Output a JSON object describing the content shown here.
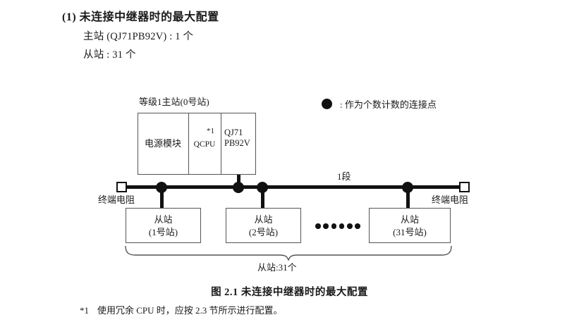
{
  "section": {
    "title": "(1) 未连接中继器时的最大配置",
    "lines": [
      "主站 (QJ71PB92V) : 1 个",
      "从站 : 31 个"
    ]
  },
  "legend": {
    "symbol": "filled-circle",
    "text": ": 作为个数计数的连接点"
  },
  "diagram": {
    "master": {
      "label": "等级1主站(0号站)",
      "cells": [
        {
          "name": "power-module",
          "text": "电源模块"
        },
        {
          "name": "qcpu",
          "text": "QCPU",
          "note": "*1"
        },
        {
          "name": "qj71-pb92v",
          "line1": "QJ71",
          "line2": "PB92V"
        }
      ]
    },
    "bus": {
      "segment_label": "1段",
      "terminator_left": "终端电阻",
      "terminator_right": "终端电阻",
      "connection_points": 4
    },
    "slaves": [
      {
        "title": "从站",
        "station": "(1号站)"
      },
      {
        "title": "从站",
        "station": "(2号站)"
      },
      {
        "title": "从站",
        "station": "(31号站)"
      }
    ],
    "ellipsis_dots": 6,
    "brace_label": "从站:31个"
  },
  "caption": "图 2.1  未连接中继器时的最大配置",
  "footnote": {
    "mark": "*1",
    "text": "使用冗余 CPU 时，应按 2.3 节所示进行配置。"
  },
  "colors": {
    "ink": "#1a1a1a",
    "line": "#111111",
    "box_border": "#555555",
    "background": "#ffffff"
  }
}
